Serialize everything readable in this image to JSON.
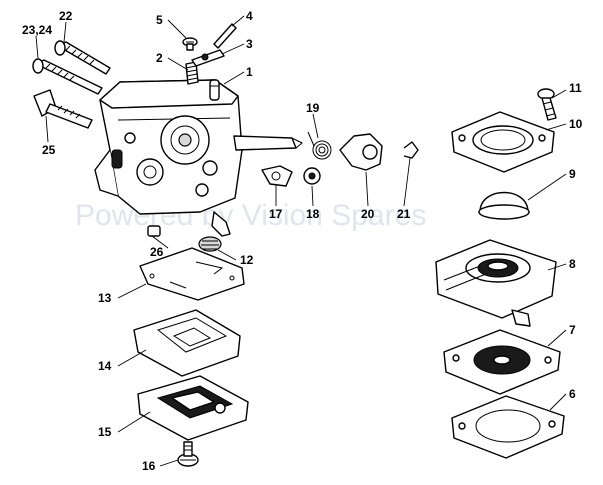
{
  "watermark": "Powered by Vision Spares",
  "labels": {
    "p1": "1",
    "p2": "2",
    "p3": "3",
    "p4": "4",
    "p5": "5",
    "p6": "6",
    "p7": "7",
    "p8": "8",
    "p9": "9",
    "p10": "10",
    "p11": "11",
    "p12": "12",
    "p13": "13",
    "p14": "14",
    "p15": "15",
    "p16": "16",
    "p17": "17",
    "p18": "18",
    "p19": "19",
    "p20": "20",
    "p21": "21",
    "p22": "22",
    "p2324": "23,24",
    "p25": "25",
    "p26": "26"
  }
}
